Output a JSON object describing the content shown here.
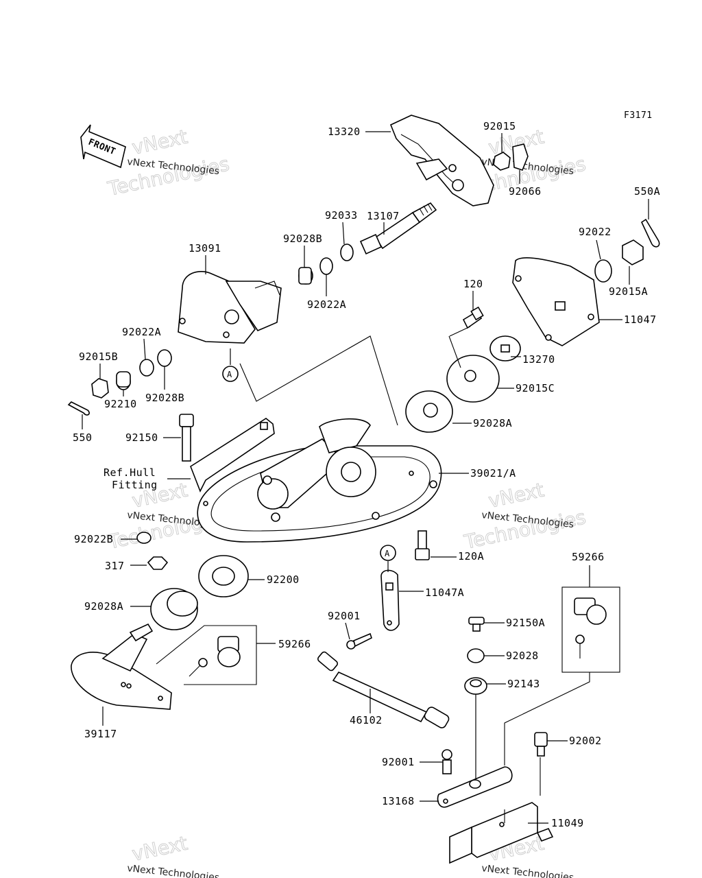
{
  "figure_code": "F3171",
  "front_arrow": "FRONT",
  "watermark": {
    "brand": "vNext",
    "line2": "Technologies",
    "small": "vNext Technologies"
  },
  "callout_letter": "A",
  "parts": {
    "p13320": "13320",
    "p92015": "92015",
    "p92066": "92066",
    "p550A": "550A",
    "p13107": "13107",
    "p92033": "92033",
    "p92028B": "92028B",
    "p13091": "13091",
    "p92022": "92022",
    "p92015A": "92015A",
    "p92022A": "92022A",
    "p120": "120",
    "p11047": "11047",
    "p92022A_2": "92022A",
    "p92015B": "92015B",
    "p13270": "13270",
    "p92028B_2": "92028B",
    "p92015C": "92015C",
    "p92210": "92210",
    "p550": "550",
    "p92150": "92150",
    "p92028A": "92028A",
    "p39021A": "39021/A",
    "ref_hull_1": "Ref.Hull",
    "ref_hull_2": "Fitting",
    "p92022B": "92022B",
    "p120A": "120A",
    "p317": "317",
    "p92200": "92200",
    "p11047A": "11047A",
    "p59266": "59266",
    "p92028A_2": "92028A",
    "p92001": "92001",
    "p92150A": "92150A",
    "p59266_2": "59266",
    "p92028": "92028",
    "p92143": "92143",
    "p46102": "46102",
    "p39117": "39117",
    "p92002": "92002",
    "p92001_2": "92001",
    "p13168": "13168",
    "p11049": "11049"
  }
}
